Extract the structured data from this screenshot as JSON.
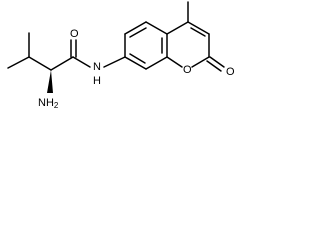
{
  "molecule": {
    "atoms": {
      "nh2": {
        "main": "NH",
        "sub": "2"
      },
      "amide_o": "O",
      "amide_nh": "N",
      "amide_h": "H",
      "ring_o": "O",
      "carbonyl_o": "O"
    },
    "bond_color": "#000000",
    "background": "#ffffff"
  }
}
